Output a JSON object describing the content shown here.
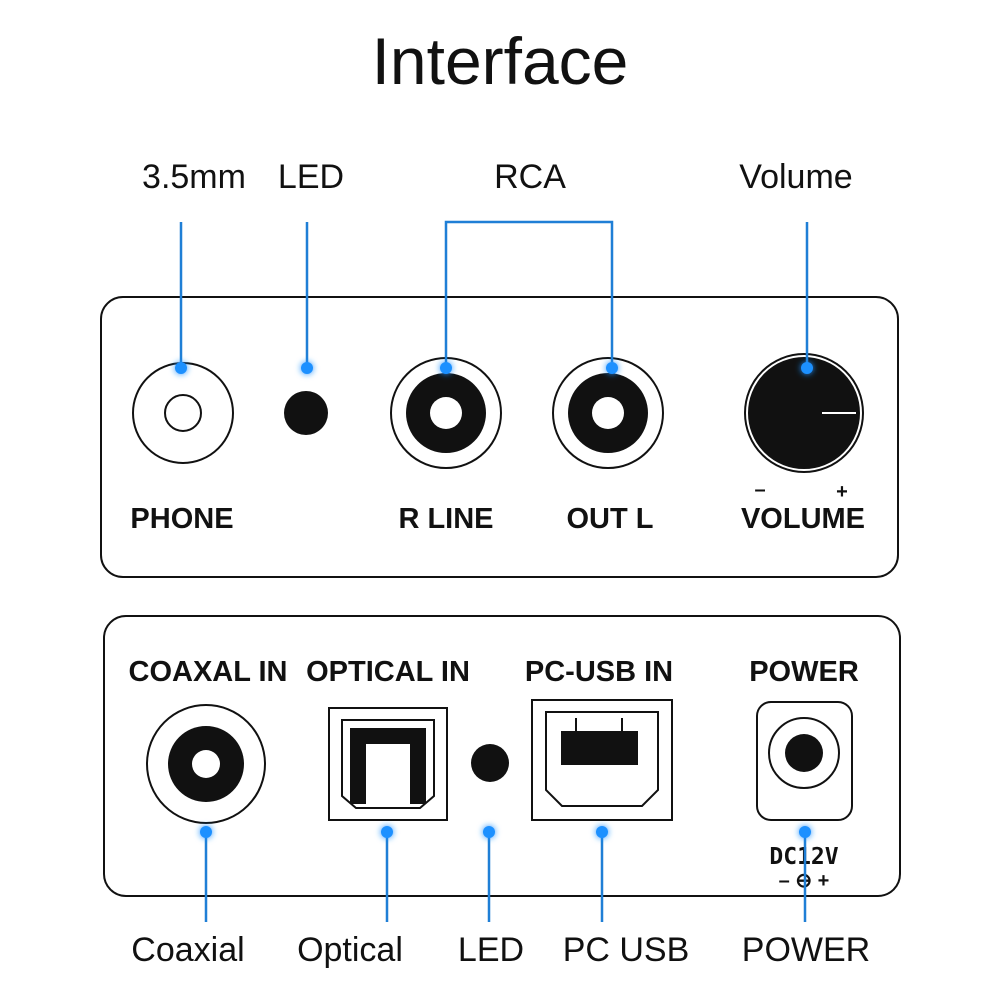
{
  "title": "Interface",
  "colors": {
    "accent": "#1e90ff",
    "line": "#1f7fd6",
    "ink": "#111111",
    "background": "#ffffff"
  },
  "front_panel": {
    "callouts": {
      "jack": "3.5mm",
      "led": "LED",
      "rca": "RCA",
      "volume": "Volume"
    },
    "labels": {
      "phone": "PHONE",
      "r_line": "R LINE",
      "out_l": "OUT L",
      "volume": "VOLUME",
      "vol_minus": "–",
      "vol_plus": "+"
    }
  },
  "back_panel": {
    "labels": {
      "coaxal_in": "COAXAL IN",
      "optical_in": "OPTICAL IN",
      "pc_usb_in": "PC-USB IN",
      "power": "POWER",
      "dc": "DC12V",
      "polarity": "– ⊖ +"
    },
    "callouts": {
      "coaxial": "Coaxial",
      "optical": "Optical",
      "led": "LED",
      "pc_usb": "PC USB",
      "power": "POWER"
    }
  },
  "icons": [
    "phone-jack-icon",
    "led-indicator-icon",
    "rca-jack-icon",
    "volume-knob-icon",
    "coaxial-jack-icon",
    "optical-port-icon",
    "usb-b-port-icon",
    "dc-power-jack-icon"
  ]
}
